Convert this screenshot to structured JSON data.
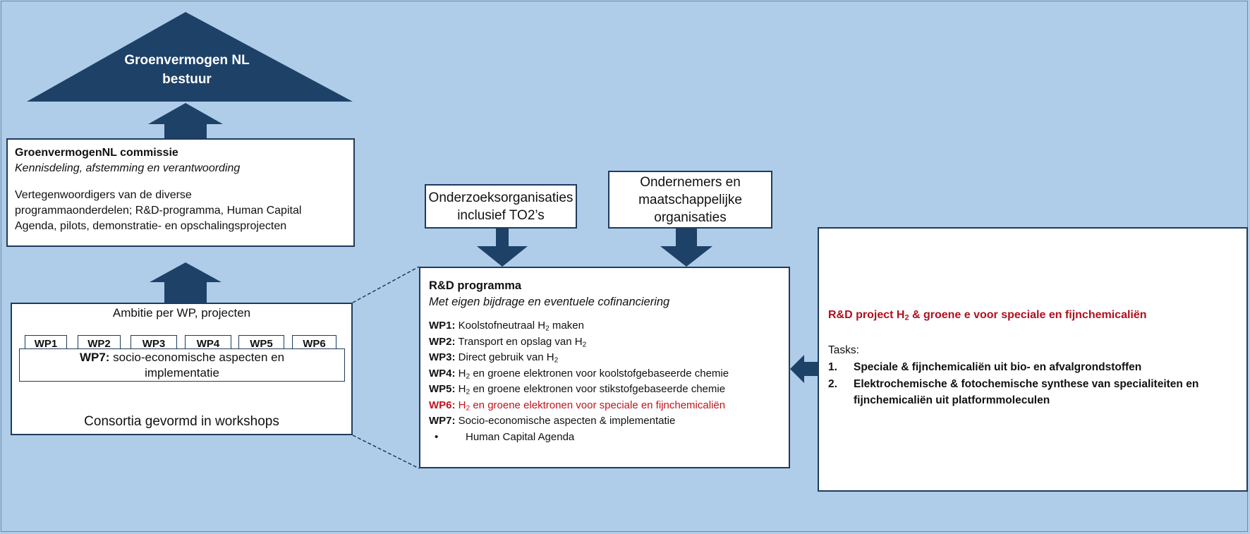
{
  "colors": {
    "background": "#afcde9",
    "dark_navy": "#1e4168",
    "box_border": "#1f3b5c",
    "highlight_red": "#c0151f"
  },
  "roof": {
    "line1": "Groenvermogen NL",
    "line2": "bestuur"
  },
  "commissie": {
    "title": "GroenvermogenNL commissie",
    "subtitle": "Kennisdeling, afstemming en verantwoording",
    "desc_line1": "Vertegenwoordigers van de diverse",
    "desc_line2": "programmaonderdelen; R&D-programma, Human Capital",
    "desc_line3": "Agenda, pilots, demonstratie- en opschalingsprojecten"
  },
  "ambitie": {
    "title": "Ambitie per WP, projecten",
    "wps": [
      "WP1",
      "WP2",
      "WP3",
      "WP4",
      "WP5",
      "WP6"
    ],
    "wp7_label": "WP7:",
    "wp7_text_line1": " socio-economische aspecten en",
    "wp7_text_line2": "implementatie",
    "footer": "Consortia gevormd in workshops"
  },
  "partners": {
    "onderzoek_line1": "Onderzoeksorganisaties",
    "onderzoek_line2": "inclusief TO2’s",
    "ondernemers_line1": "Ondernemers en",
    "ondernemers_line2": "maatschappelijke",
    "ondernemers_line3": "organisaties"
  },
  "rd_programma": {
    "title": "R&D programma",
    "subtitle": "Met eigen bijdrage en eventuele cofinanciering",
    "items": [
      {
        "label": "WP1:",
        "pre": " Koolstofneutraal H",
        "sub": "2",
        "post": " maken"
      },
      {
        "label": "WP2:",
        "pre": " Transport en opslag van H",
        "sub": "2",
        "post": ""
      },
      {
        "label": "WP3:",
        "pre": " Direct gebruik van H",
        "sub": "2",
        "post": ""
      },
      {
        "label": "WP4:",
        "pre": " H",
        "sub": "2",
        "post": " en groene elektronen voor koolstofgebaseerde chemie"
      },
      {
        "label": "WP5:",
        "pre": " H",
        "sub": "2",
        "post": " en groene elektronen voor stikstofgebaseerde chemie"
      },
      {
        "label": "WP6:",
        "pre": " H",
        "sub": "2",
        "post": " en groene elektronen voor speciale en fijnchemicaliën"
      },
      {
        "label": "WP7:",
        "pre": " Socio-economische aspecten & implementatie",
        "sub": "",
        "post": ""
      }
    ],
    "bullet": "•",
    "bullet_text": "Human Capital Agenda"
  },
  "rd_project": {
    "title_pre": "R&D project H",
    "title_sub": "2",
    "title_post": " & groene e voor speciale en fijnchemicaliën",
    "tasks_label": "Tasks:",
    "task1_num": "1.",
    "task1": "Speciale & fijnchemicaliën uit bio- en afvalgrondstoffen",
    "task2_num": "2.",
    "task2_line1": "Elektrochemische & fotochemische synthese van specialiteiten en",
    "task2_line2": "fijnchemicaliën uit platformmoleculen"
  }
}
